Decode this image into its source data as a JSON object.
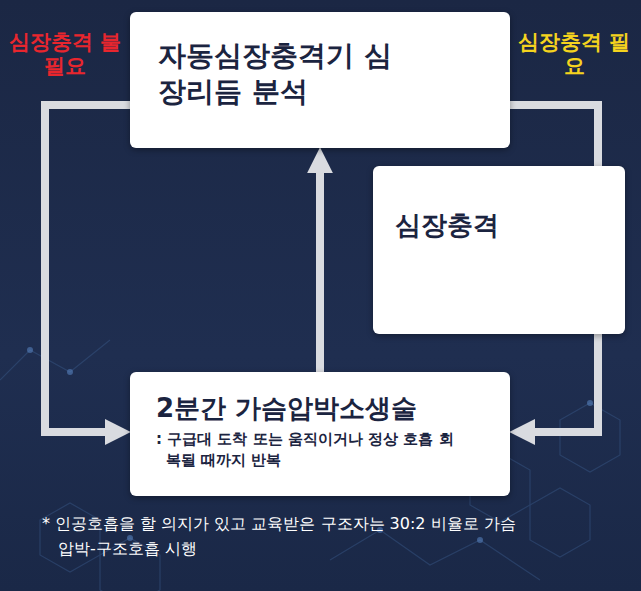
{
  "diagram": {
    "nodes": [
      {
        "text": [
          "자동심장충격기 심장리듬 분석"
        ]
      },
      {
        "text": [
          "심장충격"
        ]
      },
      {
        "text": [
          "2분간 가슴압박소생술",
          ": 구급대 도착 또는 움직이거나 정상 호흡 회복될 때까지 반복"
        ]
      }
    ],
    "edges": [
      {
        "from": 0,
        "to": 2,
        "arrow": "to",
        "label": "심장충격 불필요"
      },
      {
        "from": 0,
        "to": 1,
        "arrow": "none",
        "label": "심장충격 필요"
      },
      {
        "from": 1,
        "to": 2,
        "arrow": "to"
      },
      {
        "from": 2,
        "to": 0,
        "arrow": "to"
      }
    ],
    "labels": [
      "* 인공호흡을 할 의지가 있고 교육받은 구조자는 30:2 비율로 가슴압박-구조호흡 시행"
    ]
  }
}
